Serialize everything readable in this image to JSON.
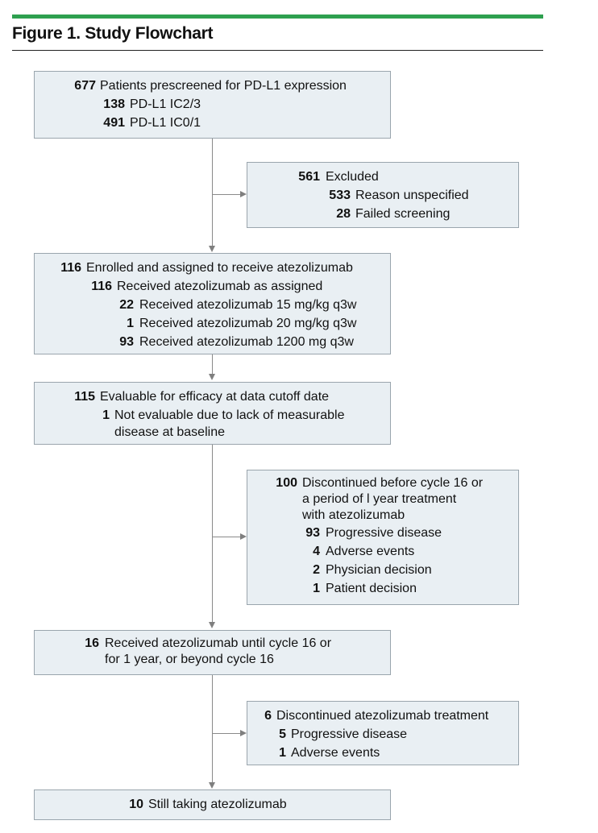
{
  "figure": {
    "title": "Figure 1. Study Flowchart",
    "accent_color": "#2ea04f",
    "box_fill": "#e9eff3",
    "box_border": "#9aa5ad"
  },
  "boxes": {
    "prescreen": [
      {
        "n": "677",
        "text": "Patients prescreened for PD-L1 expression"
      },
      {
        "n": "138",
        "text": "PD-L1 IC2/3"
      },
      {
        "n": "491",
        "text": "PD-L1 IC0/1"
      }
    ],
    "excluded": [
      {
        "n": "561",
        "text": "Excluded"
      },
      {
        "n": "533",
        "text": "Reason unspecified"
      },
      {
        "n": "28",
        "text": "Failed screening"
      }
    ],
    "enrolled": [
      {
        "n": "116",
        "text": "Enrolled and assigned to receive atezolizumab"
      },
      {
        "n": "116",
        "text": "Received atezolizumab as assigned"
      },
      {
        "n": "22",
        "text": "Received atezolizumab 15 mg/kg q3w"
      },
      {
        "n": "1",
        "text": "Received atezolizumab 20 mg/kg q3w"
      },
      {
        "n": "93",
        "text": "Received atezolizumab 1200 mg q3w"
      }
    ],
    "evaluable": [
      {
        "n": "115",
        "text": "Evaluable for efficacy at data cutoff date"
      },
      {
        "n": "1",
        "text": "Not evaluable due to lack of measurable",
        "cont": "disease at baseline"
      }
    ],
    "discontinued": [
      {
        "n": "100",
        "text": "Discontinued before cycle 16 or",
        "cont1": "a period of l year treatment",
        "cont2": "with atezolizumab"
      },
      {
        "n": "93",
        "text": "Progressive disease"
      },
      {
        "n": "4",
        "text": "Adverse events"
      },
      {
        "n": "2",
        "text": "Physician decision"
      },
      {
        "n": "1",
        "text": "Patient decision"
      }
    ],
    "cycle16": [
      {
        "n": "16",
        "text": "Received atezolizumab until cycle 16 or",
        "cont": "for 1 year, or beyond cycle 16"
      }
    ],
    "discontinued_tx": [
      {
        "n": "6",
        "text": "Discontinued atezolizumab treatment"
      },
      {
        "n": "5",
        "text": "Progressive disease"
      },
      {
        "n": "1",
        "text": "Adverse events"
      }
    ],
    "still": [
      {
        "n": "10",
        "text": "Still taking atezolizumab"
      }
    ]
  }
}
